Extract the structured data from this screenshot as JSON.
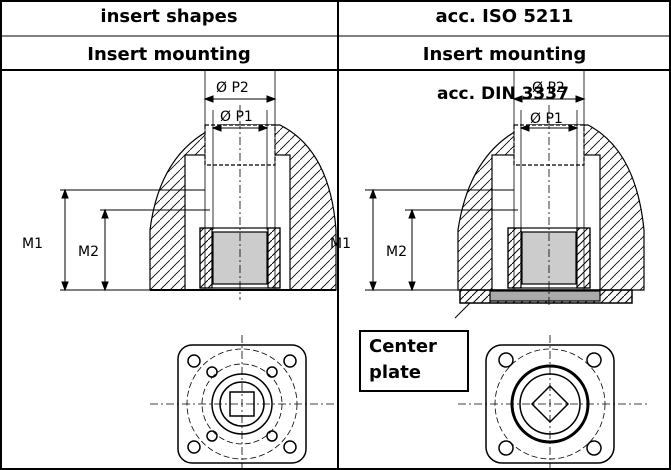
{
  "headers": {
    "left_top": "insert shapes",
    "left_bottom": "Insert mounting",
    "right_top": "acc. ISO 5211",
    "right_bottom": "Insert mounting",
    "right_overlay": "acc. DIN 3337"
  },
  "dimensions": {
    "left": {
      "p2": "Ø P2",
      "p1": "Ø P1",
      "m1": "M1",
      "m2": "M2"
    },
    "right": {
      "p2": "Ø P2",
      "p1": "Ø P1",
      "m1": "M1",
      "m2": "M2"
    }
  },
  "callout": {
    "line1": "Center",
    "line2": "plate"
  }
}
